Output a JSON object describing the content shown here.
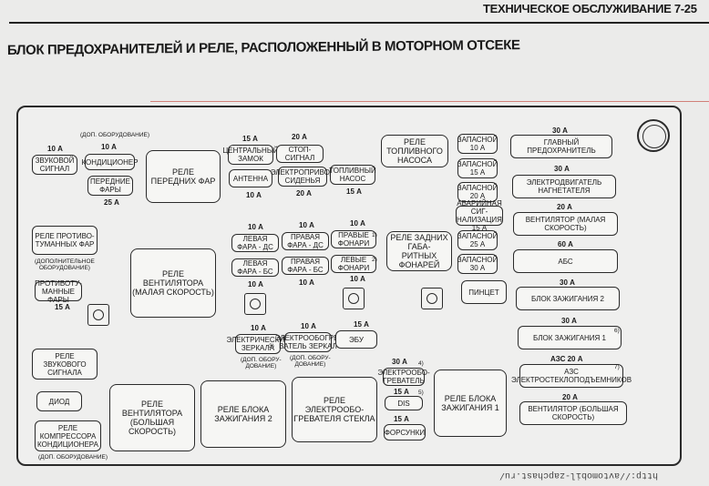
{
  "header": {
    "text": "ТЕХНИЧЕСКОЕ ОБСЛУЖИВАНИЕ  7-25"
  },
  "title": "БЛОК ПРЕДОХРАНИТЕЛЕЙ И РЕЛЕ, РАСПОЛОЖЕННЫЙ В МОТОРНОМ ОТСЕКЕ",
  "footer": "http://avtomobil-zapchast.ru/",
  "boxes": {
    "zvuk": "ЗВУКОВОЙ\nСИГНАЛ",
    "kond": "КОНДИЦИОНЕР",
    "perfar": "ПЕРЕДНИЕ\nФАРЫ",
    "relefar": "РЕЛЕ\nПЕРЕДНИХ ФАР",
    "centr": "ЦЕНТРАЛЬНЫЙ\nЗАМОК",
    "stop": "СТОП-СИГНАЛ",
    "ant": "АНТЕННА",
    "seat": "ЭЛЕКТРОПРИВОД\nСИДЕНЬЯ",
    "fuel": "ТОПЛИВНЫЙ\nНАСОС",
    "relefuel": "РЕЛЕ ТОПЛИВНОГО\nНАСОСА",
    "zap10": "ЗАПАСНОЙ\n10 А",
    "zap15": "ЗАПАСНОЙ\n15 А",
    "zap20": "ЗАПАСНОЙ\n20 А",
    "avar": "АВАРИЙНАЯ СИГ-\nНАЛИЗАЦИЯ 15 А",
    "zap25": "ЗАПАСНОЙ\n25 А",
    "zap30": "ЗАПАСНОЙ\n30 А",
    "pinc": "ПИНЦЕТ",
    "glav": "ГЛАВНЫЙ ПРЕДОХРАНИТЕЛЬ",
    "nagn": "ЭЛЕКТРОДВИГАТЕЛЬ НАГНЕТАТЕЛЯ",
    "ventmal": "ВЕНТИЛЯТОР (МАЛАЯ СКОРОСТЬ)",
    "abs": "АБС",
    "zaz2": "БЛОК ЗАЖИГАНИЯ 2",
    "zaz1": "БЛОК ЗАЖИГАНИЯ 1",
    "azs": "АЗС\nЭЛЕКТРОСТЕКЛОПОДЪЕМНИКОВ",
    "ventbol": "ВЕНТИЛЯТОР (БОЛЬШАЯ СКОРОСТЬ)",
    "protiv": "РЕЛЕ ПРОТИВО-\nТУМАННЫХ ФАР",
    "levds": "ЛЕВАЯ ФАРА - ДС",
    "pravds": "ПРАВАЯ ФАРА - ДС",
    "pravfon": "ПРАВЫЕ ФОНАРИ",
    "levbs": "ЛЕВАЯ ФАРА - БС",
    "pravbs": "ПРАВАЯ ФАРА - БС",
    "levfon": "ЛЕВЫЕ ФОНАРИ",
    "relezad": "РЕЛЕ ЗАДНИХ ГАБА-\nРИТНЫХ ФОНАРЕЙ",
    "relevent": "РЕЛЕ ВЕНТИЛЯТОРА\n(МАЛАЯ СКОРОСТЬ)",
    "protfar": "ПРОТИВОТУ-\nМАННЫЕ ФАРЫ",
    "elzerk": "ЭЛЕКТРИЧЕСКИЕ\nЗЕРКАЛА",
    "obogzerk": "ЭЛЕКТРООБОГРЕ-\nВАТЕЛЬ ЗЕРКАЛ",
    "ebu": "ЭБУ",
    "obogrev": "ЭЛЕКТРООБО-\nГРЕВАТЕЛЬ",
    "dis": "DIS",
    "forsunki": "ФОРСУНКИ",
    "relezvuk": "РЕЛЕ ЗВУКОВОГО\nСИГНАЛА",
    "diod": "ДИОД",
    "releventbol": "РЕЛЕ ВЕНТИЛЯТОРА\n(БОЛЬШАЯ СКОРОСТЬ)",
    "relezaz2": "РЕЛЕ БЛОКА\nЗАЖИГАНИЯ 2",
    "relesteklo": "РЕЛЕ ЭЛЕКТРООБО-\nГРЕВАТЕЛЯ СТЕКЛА",
    "relezaz1": "РЕЛЕ БЛОКА\nЗАЖИГАНИЯ 1",
    "relekomp": "РЕЛЕ КОМПРЕССОРА\nКОНДИЦИОНЕРА"
  },
  "ratings": {
    "a10": "10 А",
    "a15": "15 А",
    "a20": "20 А",
    "a25": "25 А",
    "a30": "30 А",
    "a60": "60 А",
    "azs20": "АЗС 20 А"
  },
  "notes": {
    "dop1": "(ДОП. ОБОРУДОВАНИЕ)",
    "dop2": "(ДОПОЛНИТЕЛЬНОЕ\nОБОРУДОВАНИЕ)",
    "dop3": "(ДОП. ОБОРУ-\nДОВАНИЕ)",
    "dop4": "(ДОП. ОБОРУ-\nДОВАНИЕ)",
    "dop5": "(ДОП. ОБОРУДОВАНИЕ)",
    "n1": "1)",
    "n2": "2)",
    "n3": "3)",
    "n4": "4)",
    "n5": "5)",
    "n6": "6)",
    "n7": "7)"
  }
}
